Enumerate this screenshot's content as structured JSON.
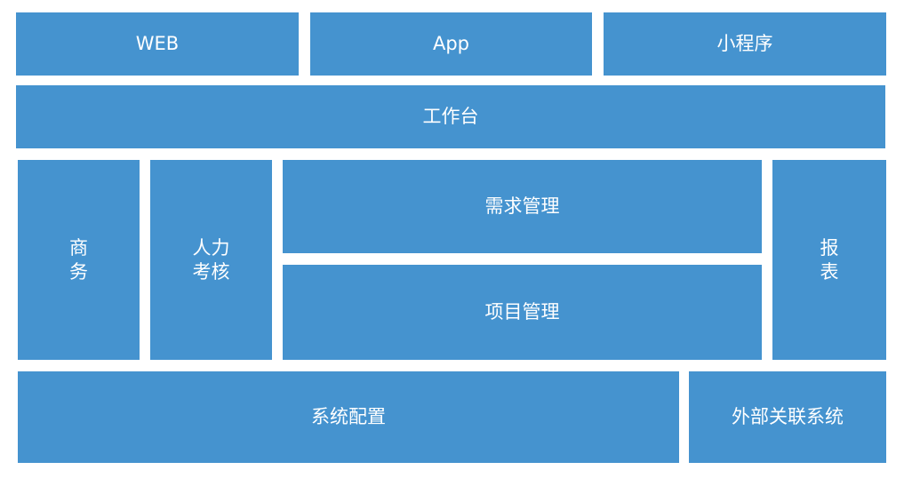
{
  "colors": {
    "block_fill": "#4593cf",
    "text": "#ffffff",
    "background": "#ffffff"
  },
  "blocks": {
    "web": "WEB",
    "app": "App",
    "mini_program": "小程序",
    "workbench": "工作台",
    "business": "商\n务",
    "hr_assessment": "人力\n考核",
    "requirement_mgmt": "需求管理",
    "project_mgmt": "项目管理",
    "report": "报\n表",
    "system_config": "系统配置",
    "external_systems": "外部关联系统"
  }
}
